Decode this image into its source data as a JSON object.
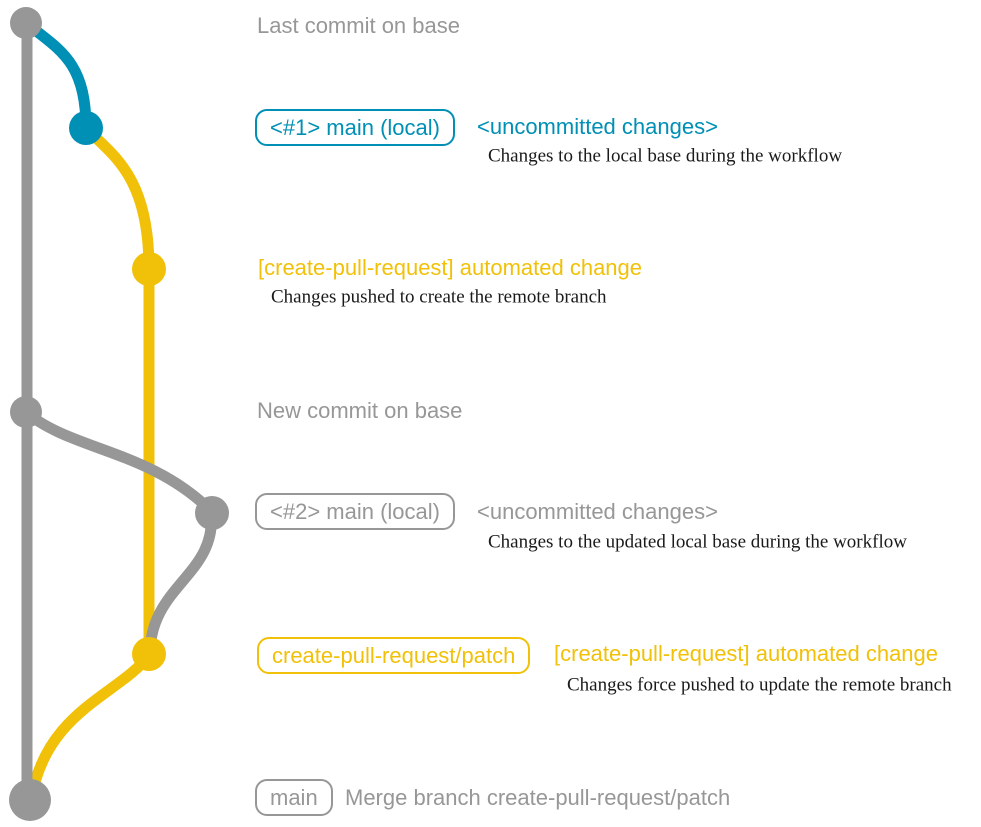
{
  "colors": {
    "background": "#ffffff",
    "base_gray": "#979797",
    "branch_blue": "#008fb5",
    "branch_yellow": "#f1c109",
    "note_black": "#1a1a1a"
  },
  "annotations": {
    "last_commit_label": "Last commit on base",
    "new_commit_label": "New commit on base",
    "main_local_1": {
      "badge": "<#1> main (local)",
      "message": "<uncommitted changes>",
      "note": "Changes to the local base during the workflow"
    },
    "automated_change_1": {
      "message": "[create-pull-request] automated change",
      "note": "Changes pushed to create the remote branch"
    },
    "main_local_2": {
      "badge": "<#2> main (local)",
      "message": "<uncommitted changes>",
      "note": "Changes to the updated local base during the workflow"
    },
    "automated_change_2": {
      "badge": "create-pull-request/patch",
      "message": "[create-pull-request] automated change",
      "note": "Changes force pushed to update the remote branch"
    },
    "merge": {
      "badge": "main",
      "message": "Merge branch create-pull-request/patch"
    }
  },
  "graph": {
    "branches": [
      {
        "name": "base",
        "color": "#979797"
      },
      {
        "name": "main (local)",
        "color": "#008fb5"
      },
      {
        "name": "create-pull-request/patch",
        "color": "#f1c109"
      }
    ],
    "commits": [
      {
        "row": "Last commit on base",
        "branch": "base"
      },
      {
        "row": "<#1> main (local) <uncommitted changes>",
        "branch": "main (local)"
      },
      {
        "row": "[create-pull-request] automated change",
        "branch": "create-pull-request/patch"
      },
      {
        "row": "New commit on base",
        "branch": "base"
      },
      {
        "row": "<#2> main (local) <uncommitted changes>",
        "branch": "main (local)"
      },
      {
        "row": "[create-pull-request] automated change",
        "branch": "create-pull-request/patch"
      },
      {
        "row": "Merge branch create-pull-request/patch",
        "branch": "base"
      }
    ]
  }
}
